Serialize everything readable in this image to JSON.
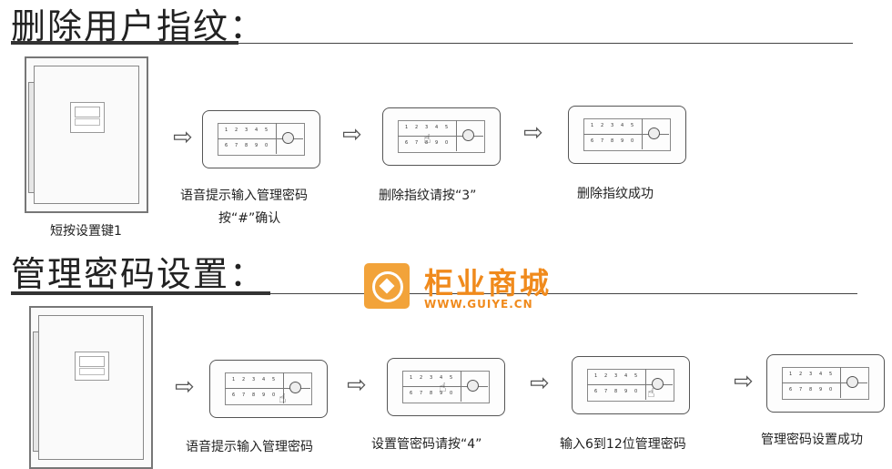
{
  "delete_section": {
    "title": "删除用户指纹：",
    "steps": [
      {
        "caption_line1": "短按设置键1",
        "caption_line2": ""
      },
      {
        "caption_line1": "语音提示输入管理密码",
        "caption_line2": "按“#”确认"
      },
      {
        "caption_line1": "删除指纹请按“3”",
        "caption_line2": ""
      },
      {
        "caption_line1": "删除指纹成功",
        "caption_line2": ""
      }
    ]
  },
  "admin_section": {
    "title": "管理密码设置：",
    "steps": [
      {
        "caption_line1": "语音提示输入管理密码"
      },
      {
        "caption_line1": "设置管密码请按“4”"
      },
      {
        "caption_line1": "输入6到12位管理密码"
      },
      {
        "caption_line1": "管理密码设置成功"
      }
    ]
  },
  "watermark": {
    "name": "柜业商城",
    "url": "WWW.GUIYE.CN"
  },
  "icons": {
    "arrow": "right-arrow-icon",
    "fingerprint": "fingerprint-sensor-icon",
    "hand": "pointing-hand-icon"
  },
  "keypad_keys": {
    "row1": [
      "1",
      "2",
      "3",
      "4",
      "5"
    ],
    "row2": [
      "6",
      "7",
      "8",
      "9",
      "0"
    ]
  },
  "colors": {
    "watermark": "#f08a1c",
    "lines": "#333333"
  }
}
